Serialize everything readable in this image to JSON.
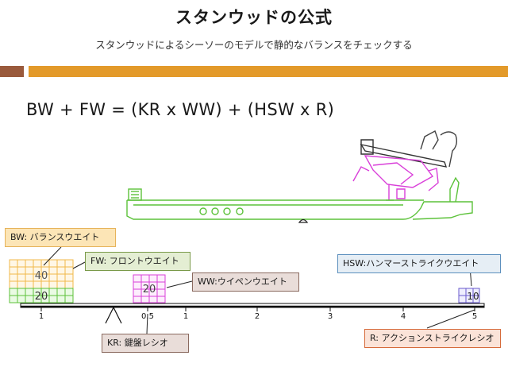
{
  "slide": {
    "title": "スタンウッドの公式",
    "subtitle": "スタンウッドによるシーソーのモデルで静的なバランスをチェックする",
    "formula": "BW + FW = (KR x WW) + (HSW x R)"
  },
  "labels": {
    "bw": "BW: バランスウエイト",
    "fw": "FW: フロントウエイト",
    "ww": "WW:ウイペンウエイト",
    "hsw": "HSW:ハンマーストライクウエイト",
    "kr": "KR: 鍵盤レシオ",
    "r": "R: アクションストライクレシオ"
  },
  "weights": {
    "bw_value": "40",
    "fw_value": "20",
    "ww_value": "20",
    "hsw_value": "10"
  },
  "scale_ticks": {
    "t1": "1",
    "t05": "0.5",
    "t1b": "1",
    "t2": "2",
    "t3": "3",
    "t4": "4",
    "t5": "5"
  },
  "colors": {
    "accent_orange": "#e39a2a",
    "accent_brown": "#9a5a3c",
    "key_green": "#5cc23a",
    "action_magenta": "#d93fd9",
    "bw_orange": "#f0b84a",
    "hsw_purple": "#6a5acd"
  }
}
